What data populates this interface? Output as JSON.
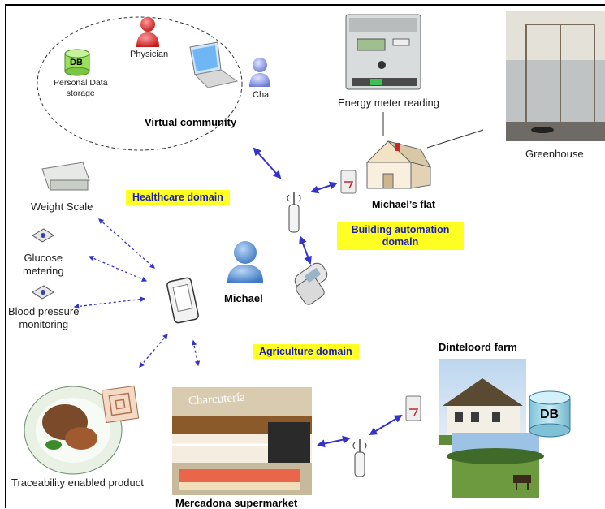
{
  "community": {
    "title": "Virtual community",
    "physician": "Physician",
    "chat": "Chat",
    "db": "DB",
    "storage_line1": "Personal Data",
    "storage_line2": "storage"
  },
  "energy_meter": "Energy meter reading",
  "greenhouse": "Greenhouse",
  "flat": "Michael’s flat",
  "healthcare_domain": "Healthcare domain",
  "building_domain_line1": "Building automation",
  "building_domain_line2": "domain",
  "agriculture_domain": "Agriculture domain",
  "weight_scale": "Weight Scale",
  "glucose_line1": "Glucose",
  "glucose_line2": "metering",
  "blood_line1": "Blood pressure",
  "blood_line2": "monitoring",
  "michael": "Michael",
  "traceability": "Traceability enabled product",
  "supermarket": "Mercadona supermarket",
  "supermarket_sign": "Charcutería",
  "farm": "Dinteloord farm",
  "farm_db": "DB",
  "colors": {
    "domain_bg": "#ffff22",
    "domain_text": "#1a1ab5",
    "arrow": "#3333cc"
  }
}
